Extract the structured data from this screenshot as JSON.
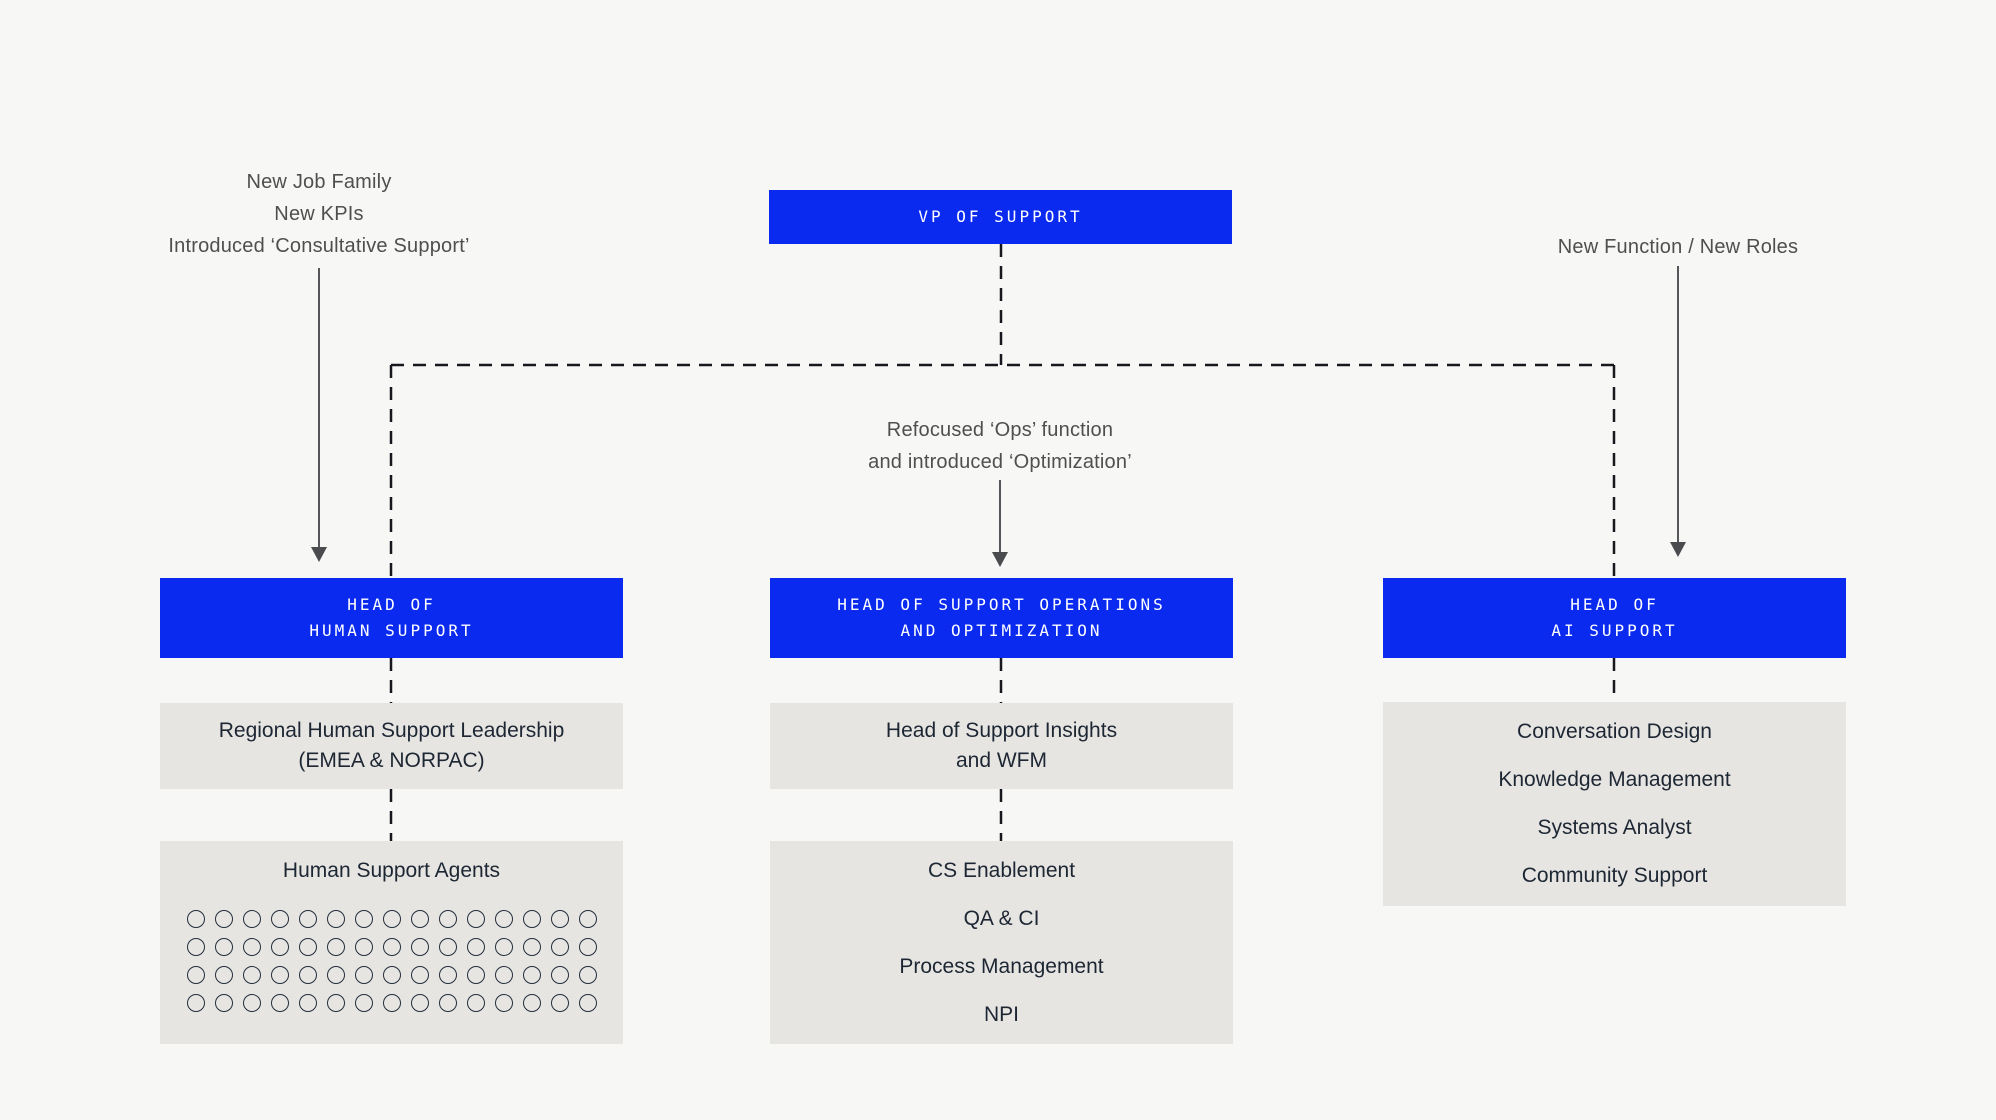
{
  "colors": {
    "accent": "#0a2af0",
    "canvas": "#f7f7f5",
    "card": "#e6e5e2",
    "ink": "#1d2633",
    "muted": "#4f4f4f",
    "line": "#16181d",
    "arrow": "#55565a"
  },
  "annotations": {
    "left": {
      "line1": "New Job Family",
      "line2": "New KPIs",
      "line3": "Introduced ‘Consultative Support’"
    },
    "middle": {
      "line1": "Refocused ‘Ops’ function",
      "line2": "and introduced ‘Optimization’"
    },
    "right": {
      "line1": "New Function / New Roles"
    }
  },
  "org": {
    "root": {
      "line1": "VP OF SUPPORT"
    },
    "human": {
      "head": {
        "line1": "HEAD OF",
        "line2": "HUMAN SUPPORT"
      },
      "leadership": {
        "line1": "Regional Human Support Leadership",
        "line2": "(EMEA & NORPAC)"
      },
      "agents": {
        "title": "Human Support Agents",
        "rows": 4,
        "per_row": 15
      }
    },
    "ops": {
      "head": {
        "line1": "HEAD OF SUPPORT OPERATIONS",
        "line2": "AND OPTIMIZATION"
      },
      "insights": {
        "line1": "Head of Support Insights",
        "line2": "and WFM"
      },
      "teams": {
        "item1": "CS Enablement",
        "item2": "QA & CI",
        "item3": "Process Management",
        "item4": "NPI"
      }
    },
    "ai": {
      "head": {
        "line1": "HEAD OF",
        "line2": "AI SUPPORT"
      },
      "roles": {
        "item1": "Conversation Design",
        "item2": "Knowledge Management",
        "item3": "Systems Analyst",
        "item4": "Community Support"
      }
    }
  }
}
